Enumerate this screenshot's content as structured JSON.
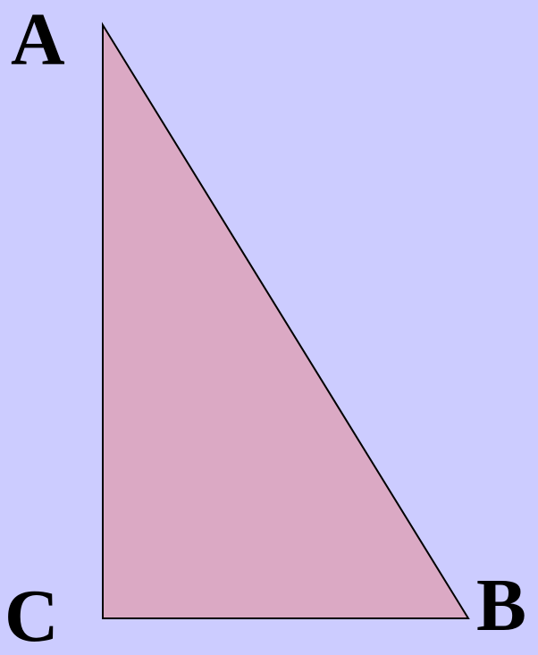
{
  "colors": {
    "background": "#ccccff",
    "triangle_fill": "#dba9c4",
    "triangle_stroke": "#000000"
  },
  "vertices": {
    "a": "A",
    "b": "B",
    "c": "C"
  }
}
